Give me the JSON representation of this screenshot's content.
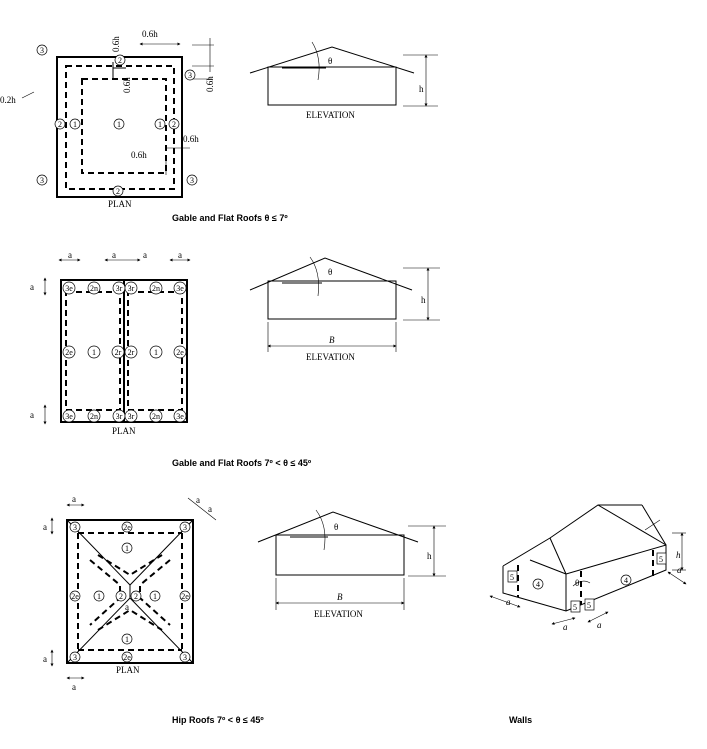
{
  "captions": {
    "gable_flat_low": "Gable and Flat Roofs",
    "gable_flat_low_range": "θ ≤ 7º",
    "gable_flat_mid": "Gable and Flat Roofs",
    "gable_flat_mid_range": "7º < θ ≤ 45º",
    "hip": "Hip Roofs",
    "hip_range": "7º < θ ≤ 45º",
    "walls": "Walls"
  },
  "labels": {
    "plan": "PLAN",
    "elevation": "ELEVATION",
    "height": "h",
    "angle": "θ",
    "width": "B",
    "edge_a": "a",
    "dim_06h": "0.6h",
    "dim_02h": "0.2h"
  },
  "zones": {
    "z1": "1",
    "z2": "2",
    "z3": "3",
    "z2e": "2e",
    "z2n": "2n",
    "z2r": "2r",
    "z3e": "3e",
    "z3r": "3r",
    "z4": "4",
    "z5": "5"
  }
}
